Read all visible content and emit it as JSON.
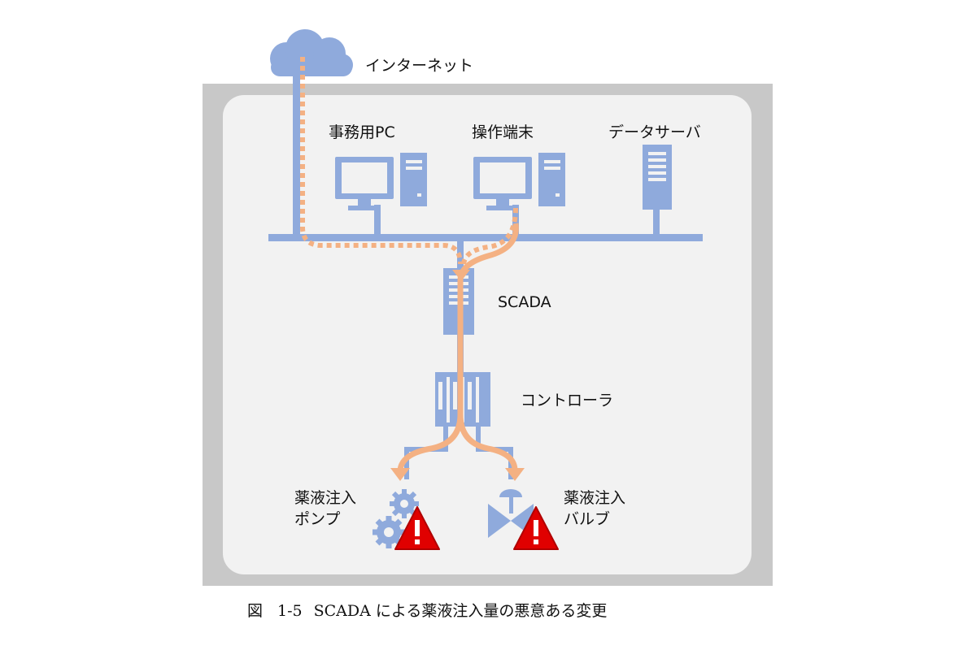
{
  "labels": {
    "internet": "インターネット",
    "office_pc": "事務用PC",
    "operation_terminal": "操作端末",
    "data_server": "データサーバ",
    "scada": "SCADA",
    "controller": "コントローラ",
    "pump_line1": "薬液注入",
    "pump_line2": "ポンプ",
    "valve_line1": "薬液注入",
    "valve_line2": "バルブ"
  },
  "caption": {
    "prefix": "図",
    "number": "1-5",
    "text": "SCADA による薬液注入量の悪意ある変更"
  },
  "colors": {
    "device": "#8faadc",
    "network": "#8faadc",
    "attack_path": "#f4b183",
    "warning": "#e00000",
    "panel": "#f2f2f2",
    "frame": "#c8c8c8"
  },
  "icons": {
    "internet": "cloud-icon",
    "office_pc": "desktop-pc-icon",
    "operation_terminal": "desktop-pc-icon",
    "data_server": "server-icon",
    "scada": "server-icon",
    "controller": "plc-controller-icon",
    "pump": "gears-icon",
    "valve": "valve-icon",
    "warning": "warning-triangle-icon"
  }
}
